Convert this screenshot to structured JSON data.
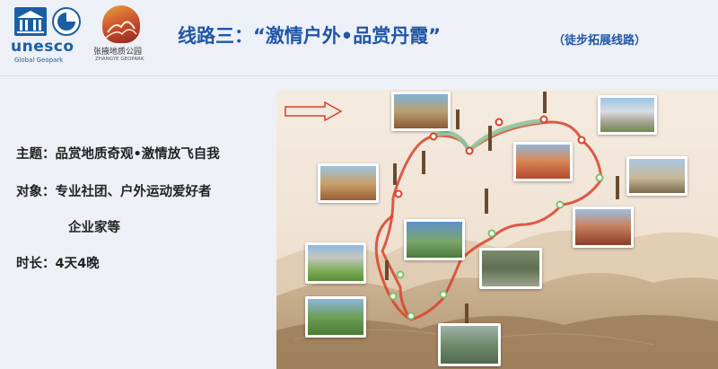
{
  "header": {
    "unesco_word": "unesco",
    "unesco_sub": "Global Geopark",
    "geopark_cn": "张掖地质公园",
    "geopark_en": "ZHANGYE GEOPARK",
    "title": "线路三：“激情户外•品赏丹霞”",
    "subtitle": "（徒步拓展线路）"
  },
  "info": {
    "theme_label": "主题：",
    "theme_value": "品赏地质奇观•激情放飞自我",
    "target_label": "对象：",
    "target_value": "专业社团、户外运动爱好者",
    "target_value2": "企业家等",
    "duration_label": "时长：",
    "duration_value": "4天4晚"
  },
  "colors": {
    "title_blue": "#1f56a8",
    "route_red": "#d9412b",
    "route_green": "#8fc59a",
    "tag_brown": "#6b4a2e"
  }
}
